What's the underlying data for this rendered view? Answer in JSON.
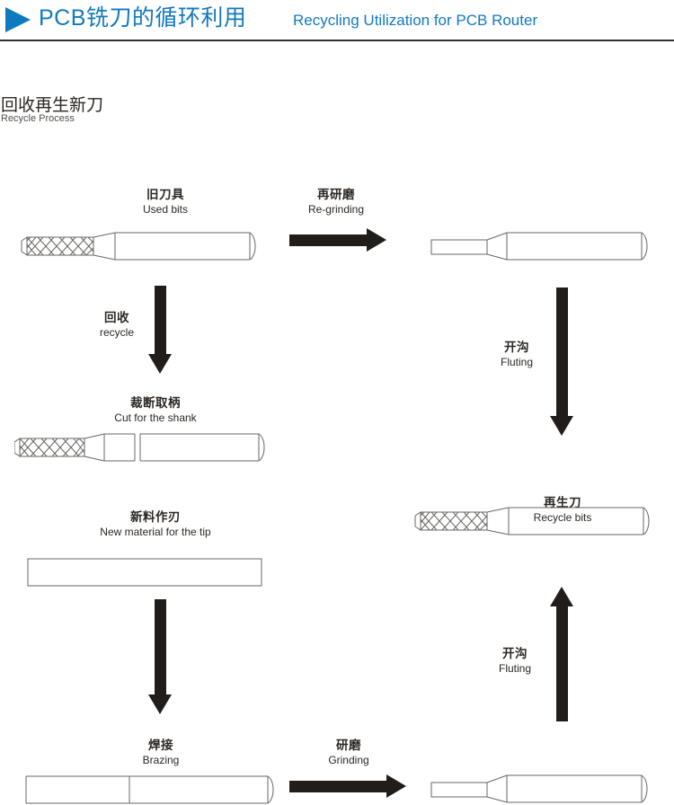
{
  "header": {
    "arrow_icon": "triangle-right-icon",
    "title_cn": "PCB铣刀的循环利用",
    "title_en": "Recycling Utilization for PCB Router",
    "accent_color": "#1279bf",
    "rule_color": "#332f2d"
  },
  "section": {
    "title_cn": "回收再生新刀",
    "title_en": "Recycle Process"
  },
  "diagram": {
    "ink_color": "#211d1b",
    "outline_color": "#6b6764",
    "steps": [
      {
        "id": "used-bits",
        "cn": "旧刀具",
        "en": "Used bits"
      },
      {
        "id": "cut-for-shank",
        "cn": "裁断取柄",
        "en": "Cut for the shank"
      },
      {
        "id": "new-material",
        "cn": "新料作刃",
        "en": "New material for the tip"
      },
      {
        "id": "brazing",
        "cn": "焊接",
        "en": "Brazing"
      },
      {
        "id": "recycle-bits",
        "cn": "再生刀",
        "en": "Recycle bits"
      }
    ],
    "arrows": [
      {
        "id": "re-grinding",
        "cn": "再研磨",
        "en": "Re-grinding",
        "direction": "right"
      },
      {
        "id": "recycle",
        "cn": "回收",
        "en": "recycle",
        "direction": "down"
      },
      {
        "id": "fluting-top",
        "cn": "开沟",
        "en": "Fluting",
        "direction": "down"
      },
      {
        "id": "grinding",
        "cn": "研磨",
        "en": "Grinding",
        "direction": "right"
      },
      {
        "id": "fluting-bot",
        "cn": "开沟",
        "en": "Fluting",
        "direction": "up"
      }
    ]
  }
}
